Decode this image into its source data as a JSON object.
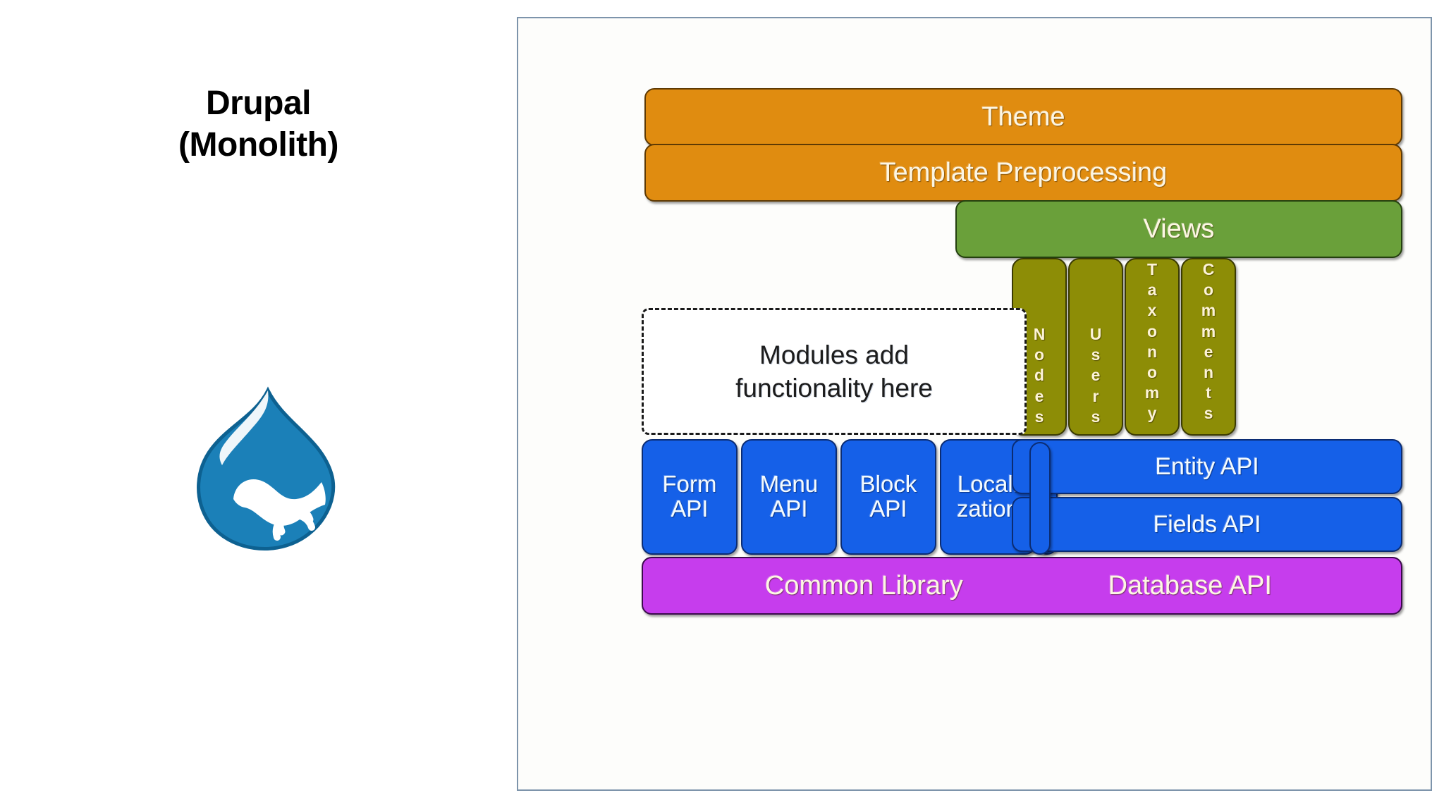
{
  "title": {
    "line1": "Drupal",
    "line2": "(Monolith)"
  },
  "logo": {
    "name": "drupal-droplet-logo",
    "color_body": "#1b80b8",
    "color_dark": "#0d6191",
    "color_highlight": "#ffffff"
  },
  "panel": {
    "border_color": "#7d94ab",
    "background": "#fdfdfb"
  },
  "colors": {
    "orange": "#e08c10",
    "green": "#6aa03a",
    "olive": "#8d8d06",
    "blue": "#1560e8",
    "purple": "#c63ded",
    "box_border": "#2c2c2c",
    "label_light": "#fdf6e3",
    "label_dark": "#1c1c1c"
  },
  "diagram": {
    "presentation_tier": [
      {
        "id": "theme",
        "label": "Theme"
      },
      {
        "id": "template_preprocessing",
        "label": "Template Preprocessing"
      }
    ],
    "views": {
      "id": "views",
      "label": "Views"
    },
    "entities": [
      {
        "id": "nodes",
        "label": "Nodes"
      },
      {
        "id": "users",
        "label": "Users"
      },
      {
        "id": "taxonomy",
        "label": "Taxonomy"
      },
      {
        "id": "comments",
        "label": "Comments"
      }
    ],
    "modules_note": {
      "id": "modules",
      "label": "Modules add\nfunctionality here"
    },
    "apis_small": [
      {
        "id": "form_api",
        "label": "Form\nAPI"
      },
      {
        "id": "menu_api",
        "label": "Menu\nAPI"
      },
      {
        "id": "block_api",
        "label": "Block\nAPI"
      },
      {
        "id": "localization",
        "label": "Locali\nzation"
      }
    ],
    "apis_wide": [
      {
        "id": "entity_api",
        "label": "Entity API"
      },
      {
        "id": "fields_api",
        "label": "Fields API"
      }
    ],
    "foundation": [
      {
        "id": "common_library",
        "label": "Common Library"
      },
      {
        "id": "database_api",
        "label": "Database API"
      }
    ]
  }
}
